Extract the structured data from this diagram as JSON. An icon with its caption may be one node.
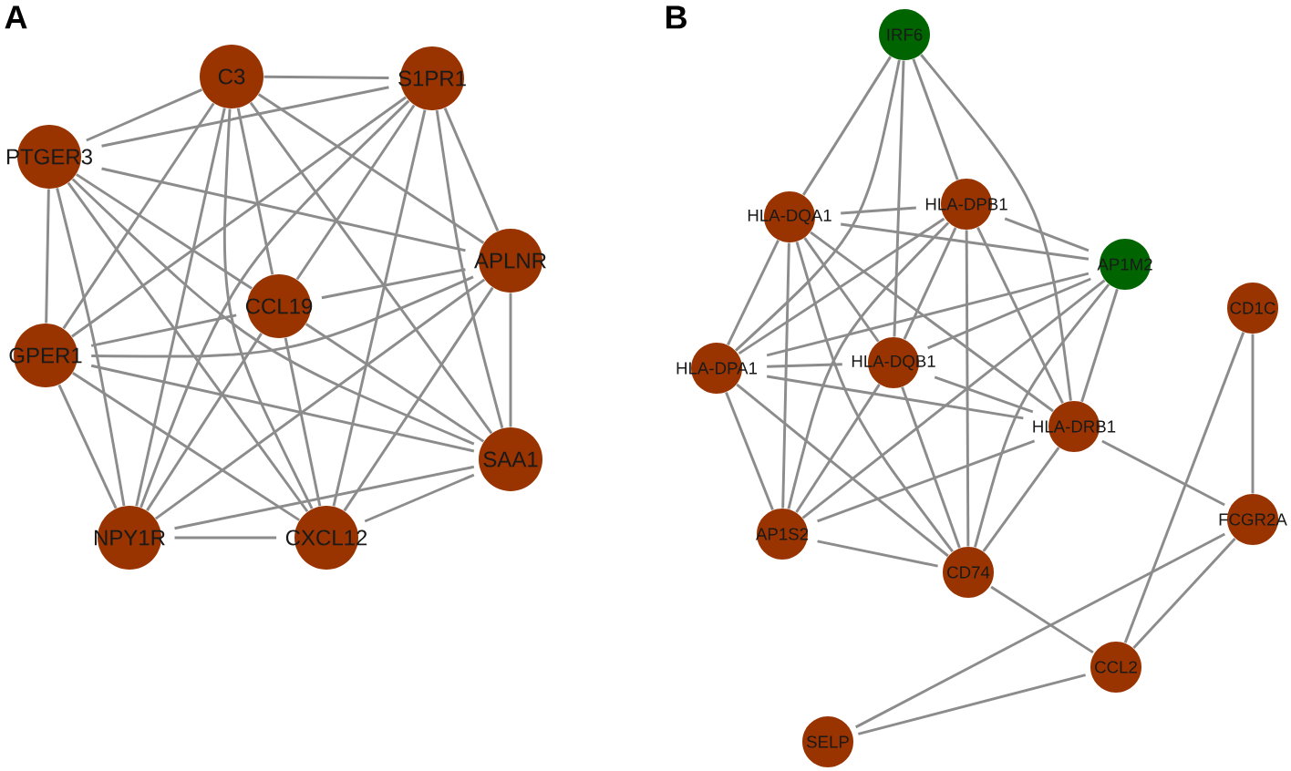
{
  "diagram": {
    "nodes": [
      {
        "text": [
          "C3"
        ]
      },
      {
        "text": [
          "S1PR1"
        ]
      },
      {
        "text": [
          "PTGER3"
        ]
      },
      {
        "text": [
          "APLNR"
        ]
      },
      {
        "text": [
          "CCL19"
        ]
      },
      {
        "text": [
          "GPER1"
        ]
      },
      {
        "text": [
          "SAA1"
        ]
      },
      {
        "text": [
          "NPY1R"
        ]
      },
      {
        "text": [
          "CXCL12"
        ]
      },
      {
        "text": [
          "IRF6"
        ]
      },
      {
        "text": [
          "HLA-DQA1"
        ]
      },
      {
        "text": [
          "HLA-DPB1"
        ]
      },
      {
        "text": [
          "AP1M2"
        ]
      },
      {
        "text": [
          "CD1C"
        ]
      },
      {
        "text": [
          "HLA-DPA1"
        ]
      },
      {
        "text": [
          "HLA-DQB1"
        ]
      },
      {
        "text": [
          "HLA-DRB1"
        ]
      },
      {
        "text": [
          "FCGR2A"
        ]
      },
      {
        "text": [
          "AP1S2"
        ]
      },
      {
        "text": [
          "CD74"
        ]
      },
      {
        "text": [
          "CCL2"
        ]
      },
      {
        "text": [
          "SELP"
        ]
      }
    ],
    "edges": [
      {
        "from": 0,
        "to": 1,
        "arrow": "none"
      },
      {
        "from": 0,
        "to": 2,
        "arrow": "none"
      },
      {
        "from": 0,
        "to": 3,
        "arrow": "none"
      },
      {
        "from": 0,
        "to": 4,
        "arrow": "none"
      },
      {
        "from": 0,
        "to": 5,
        "arrow": "none"
      },
      {
        "from": 0,
        "to": 6,
        "arrow": "none"
      },
      {
        "from": 0,
        "to": 7,
        "arrow": "none"
      },
      {
        "from": 0,
        "to": 8,
        "arrow": "none"
      },
      {
        "from": 1,
        "to": 2,
        "arrow": "none"
      },
      {
        "from": 1,
        "to": 3,
        "arrow": "none"
      },
      {
        "from": 1,
        "to": 4,
        "arrow": "none"
      },
      {
        "from": 1,
        "to": 5,
        "arrow": "none"
      },
      {
        "from": 1,
        "to": 6,
        "arrow": "none"
      },
      {
        "from": 1,
        "to": 7,
        "arrow": "none"
      },
      {
        "from": 1,
        "to": 8,
        "arrow": "none"
      },
      {
        "from": 2,
        "to": 3,
        "arrow": "none"
      },
      {
        "from": 2,
        "to": 4,
        "arrow": "none"
      },
      {
        "from": 2,
        "to": 5,
        "arrow": "none"
      },
      {
        "from": 2,
        "to": 6,
        "arrow": "none"
      },
      {
        "from": 2,
        "to": 7,
        "arrow": "none"
      },
      {
        "from": 2,
        "to": 8,
        "arrow": "none"
      },
      {
        "from": 3,
        "to": 4,
        "arrow": "none"
      },
      {
        "from": 3,
        "to": 5,
        "arrow": "none"
      },
      {
        "from": 3,
        "to": 6,
        "arrow": "none"
      },
      {
        "from": 3,
        "to": 7,
        "arrow": "none"
      },
      {
        "from": 3,
        "to": 8,
        "arrow": "none"
      },
      {
        "from": 4,
        "to": 5,
        "arrow": "none"
      },
      {
        "from": 4,
        "to": 6,
        "arrow": "none"
      },
      {
        "from": 4,
        "to": 7,
        "arrow": "none"
      },
      {
        "from": 4,
        "to": 8,
        "arrow": "none"
      },
      {
        "from": 5,
        "to": 6,
        "arrow": "none"
      },
      {
        "from": 5,
        "to": 7,
        "arrow": "none"
      },
      {
        "from": 5,
        "to": 8,
        "arrow": "none"
      },
      {
        "from": 6,
        "to": 7,
        "arrow": "none"
      },
      {
        "from": 6,
        "to": 8,
        "arrow": "none"
      },
      {
        "from": 7,
        "to": 8,
        "arrow": "none"
      },
      {
        "from": 9,
        "to": 10,
        "arrow": "none"
      },
      {
        "from": 9,
        "to": 14,
        "arrow": "none"
      },
      {
        "from": 9,
        "to": 15,
        "arrow": "none"
      },
      {
        "from": 9,
        "to": 11,
        "arrow": "none"
      },
      {
        "from": 9,
        "to": 16,
        "arrow": "none"
      },
      {
        "from": 10,
        "to": 11,
        "arrow": "none"
      },
      {
        "from": 10,
        "to": 12,
        "arrow": "none"
      },
      {
        "from": 10,
        "to": 14,
        "arrow": "none"
      },
      {
        "from": 10,
        "to": 18,
        "arrow": "none"
      },
      {
        "from": 10,
        "to": 15,
        "arrow": "none"
      },
      {
        "from": 10,
        "to": 19,
        "arrow": "none"
      },
      {
        "from": 10,
        "to": 16,
        "arrow": "none"
      },
      {
        "from": 11,
        "to": 12,
        "arrow": "none"
      },
      {
        "from": 11,
        "to": 14,
        "arrow": "none"
      },
      {
        "from": 11,
        "to": 15,
        "arrow": "none"
      },
      {
        "from": 11,
        "to": 18,
        "arrow": "none"
      },
      {
        "from": 11,
        "to": 19,
        "arrow": "none"
      },
      {
        "from": 11,
        "to": 16,
        "arrow": "none"
      },
      {
        "from": 12,
        "to": 14,
        "arrow": "none"
      },
      {
        "from": 12,
        "to": 15,
        "arrow": "none"
      },
      {
        "from": 12,
        "to": 18,
        "arrow": "none"
      },
      {
        "from": 12,
        "to": 19,
        "arrow": "none"
      },
      {
        "from": 12,
        "to": 16,
        "arrow": "none"
      },
      {
        "from": 13,
        "to": 17,
        "arrow": "none"
      },
      {
        "from": 13,
        "to": 20,
        "arrow": "none"
      },
      {
        "from": 14,
        "to": 15,
        "arrow": "none"
      },
      {
        "from": 14,
        "to": 16,
        "arrow": "none"
      },
      {
        "from": 14,
        "to": 18,
        "arrow": "none"
      },
      {
        "from": 14,
        "to": 19,
        "arrow": "none"
      },
      {
        "from": 15,
        "to": 16,
        "arrow": "none"
      },
      {
        "from": 15,
        "to": 18,
        "arrow": "none"
      },
      {
        "from": 15,
        "to": 19,
        "arrow": "none"
      },
      {
        "from": 16,
        "to": 18,
        "arrow": "none"
      },
      {
        "from": 16,
        "to": 19,
        "arrow": "none"
      },
      {
        "from": 16,
        "to": 17,
        "arrow": "none"
      },
      {
        "from": 18,
        "to": 19,
        "arrow": "none"
      },
      {
        "from": 19,
        "to": 20,
        "arrow": "none"
      },
      {
        "from": 17,
        "to": 21,
        "arrow": "none"
      },
      {
        "from": 17,
        "to": 20,
        "arrow": "none"
      },
      {
        "from": 20,
        "to": 21,
        "arrow": "none"
      }
    ],
    "labels": [
      "A",
      "B"
    ]
  }
}
